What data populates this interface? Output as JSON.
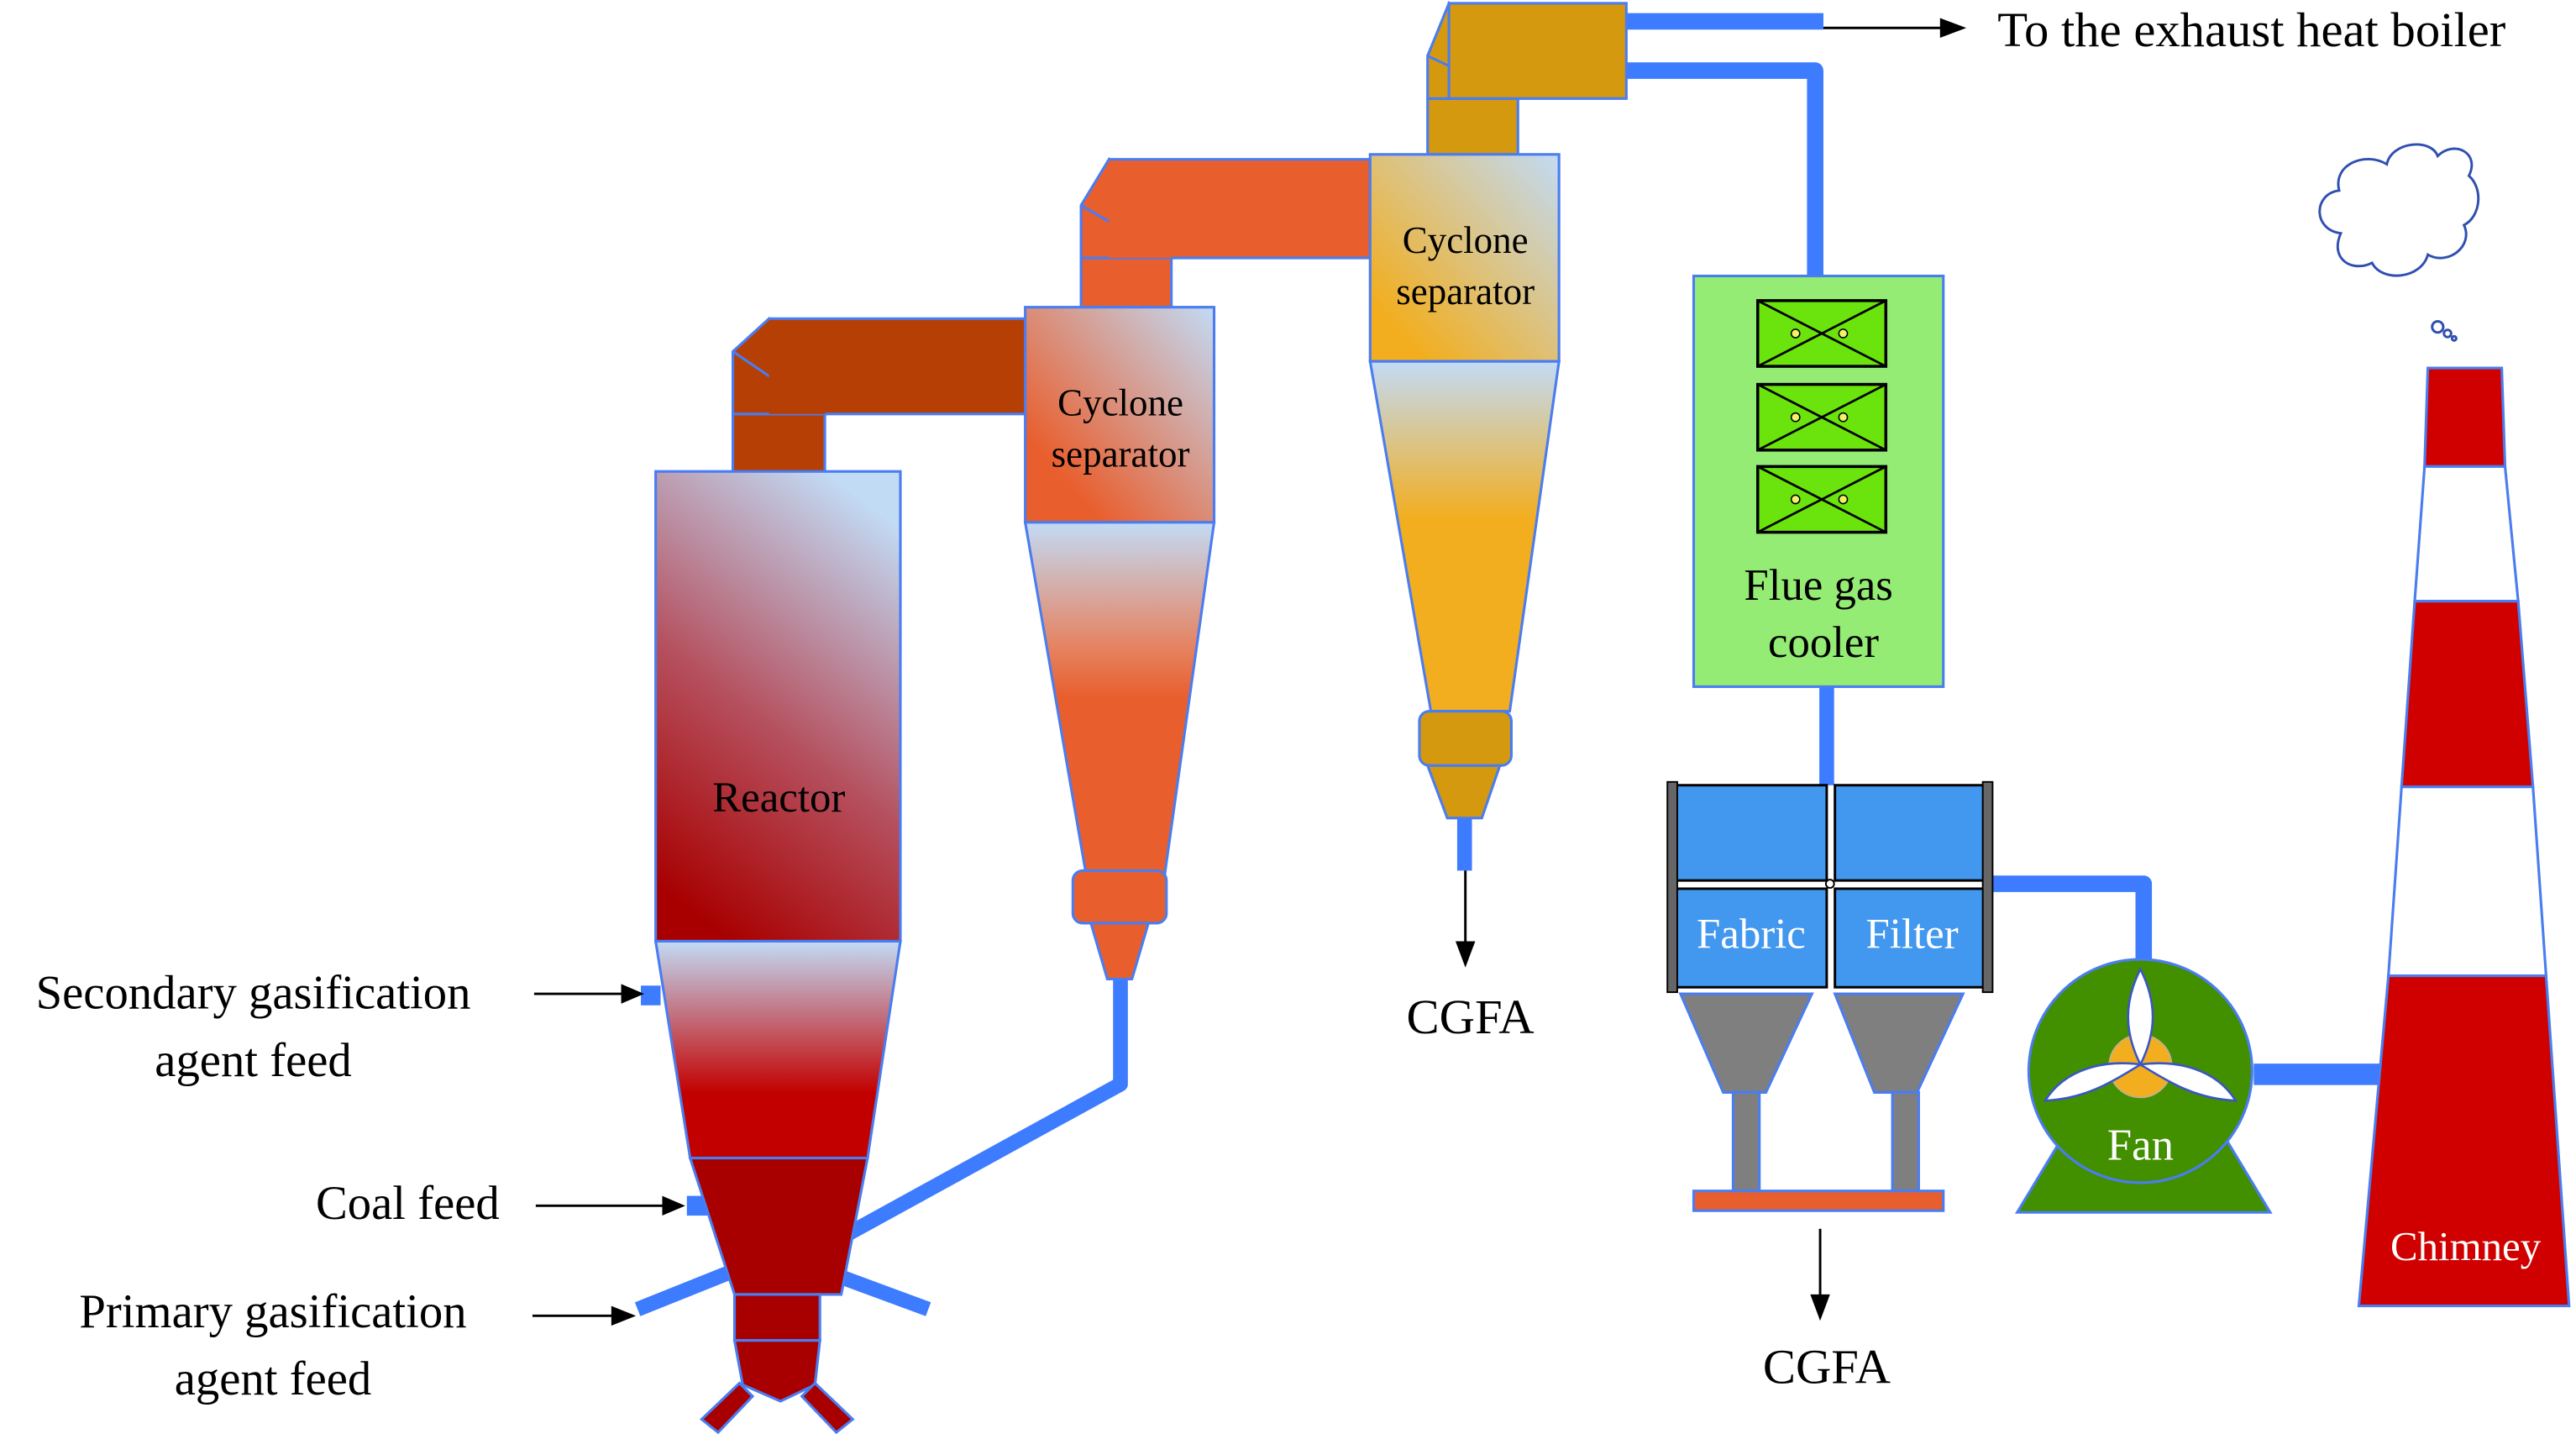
{
  "diagram": {
    "title": "Coal gasification fly ash (CGFA) process flow",
    "colors": {
      "pipe_blue": "#3d7bff",
      "reactor_red": "#b00000",
      "duct_brown": "#b53f05",
      "cyclone1_orange": "#e95e2d",
      "cyclone2_gold": "#d4990f",
      "cooler_green": "#94ec74",
      "coil_green": "#6ae40c",
      "filter_blue": "#4297ee",
      "hopper_gray": "#7f7f7f",
      "fan_green": "#428f00",
      "fan_hub": "#f2ae1f",
      "chimney_red": "#d10000",
      "conveyor_orange": "#e95e2d"
    },
    "units": {
      "reactor": {
        "label": "Reactor"
      },
      "cyclone1": {
        "label_line1": "Cyclone",
        "label_line2": "separator"
      },
      "cyclone2": {
        "label_line1": "Cyclone",
        "label_line2": "separator"
      },
      "flue_gas_cooler": {
        "label_line1": "Flue gas",
        "label_line2": "cooler",
        "coil_count": 3
      },
      "fabric_filter": {
        "label_left": "Fabric",
        "label_right": "Filter"
      },
      "fan": {
        "label": "Fan"
      },
      "chimney": {
        "label": "Chimney"
      }
    },
    "inputs": {
      "secondary_feed": {
        "line1": "Secondary gasification",
        "line2": "agent feed"
      },
      "coal_feed": {
        "line1": "Coal feed"
      },
      "primary_feed": {
        "line1": "Primary gasification",
        "line2": "agent feed"
      }
    },
    "outputs": {
      "exhaust": "To the exhaust heat boiler",
      "cgfa_cyclone": "CGFA",
      "cgfa_filter": "CGFA"
    },
    "icons": {
      "smoke": "cloud-icon",
      "fan_impeller": "fan-blades-icon",
      "coil": "heat-exchanger-coil-icon"
    }
  }
}
